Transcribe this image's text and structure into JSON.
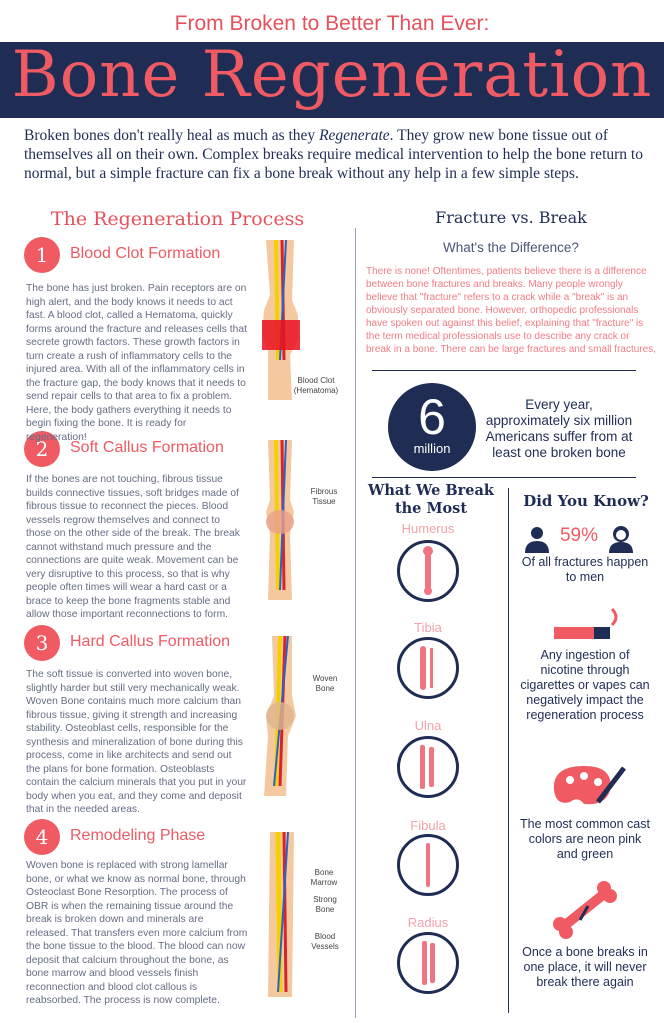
{
  "header": {
    "subtitle": "From Broken to Better Than Ever:",
    "title": "Bone Regeneration"
  },
  "intro": {
    "before": "Broken bones don't really heal as much as they ",
    "emph": "Regenerate",
    "after": ". They grow new bone tissue out of themselves all on their own. Complex breaks require medical intervention to help the bone return to normal, but a simple fracture can fix a bone break without any help in a few simple steps."
  },
  "process": {
    "title": "The Regeneration Process",
    "steps": [
      {
        "num": "1",
        "title": "Blood Clot Formation",
        "body": "The bone has just broken.  Pain receptors are on high alert, and the body knows it needs to act fast. A blood clot, called a Hematoma, quickly forms around the fracture and releases cells that secrete growth factors. These growth factors in turn create a rush of inflammatory cells to the injured area. With all of the inflammatory cells in the fracture gap, the body knows that it needs to send repair cells to that area to fix a problem. Here, the body gathers everything it needs to begin fixing the bone. It is ready for regeneration!",
        "labels": [
          "Blood Clot\n(Hematoma)"
        ]
      },
      {
        "num": "2",
        "title": "Soft Callus Formation",
        "body": "If the bones are not touching, fibrous tissue builds connective tissues, soft bridges made of fibrous tissue to reconnect the pieces. Blood vessels regrow themselves and connect to those on the other side of the break. The break cannot withstand much pressure and the connections are quite weak. Movement can be very disruptive to this process, so that is why people often times will wear a hard cast or a brace to keep the bone fragments stable and allow those important reconnections to form.",
        "labels": [
          "Fibrous\nTissue"
        ]
      },
      {
        "num": "3",
        "title": "Hard Callus Formation",
        "body": "The soft tissue is converted into woven bone, slightly harder but still very mechanically weak. Woven Bone contains much more calcium than fibrous tissue, giving it strength and increasing stability. Osteoblast cells, responsible for the synthesis and mineralization of bone during this process, come in like architects and send out the plans for bone formation. Osteoblasts contain the calcium minerals that you put in your body when you eat, and they come and deposit that in the needed areas.",
        "labels": [
          "Woven\nBone"
        ]
      },
      {
        "num": "4",
        "title": "Remodeling Phase",
        "body": "Woven bone is replaced with strong lamellar bone, or what we know as normal bone, through Osteoclast Bone Resorption. The process of OBR is when the remaining tissue around the break is broken down and minerals are released. That transfers even more calcium from the bone tissue to the blood. The blood can now deposit that calcium throughout the bone, as bone marrow and blood vessels finish reconnection and blood clot callous is reabsorbed. The process is now complete.",
        "labels": [
          "Bone\nMarrow",
          "Strong\nBone",
          "Blood\nVessels"
        ]
      }
    ]
  },
  "fracture": {
    "title": "Fracture vs. Break",
    "subtitle": "What's the Difference?",
    "body": "There is none! Oftentimes, patients believe there is a difference between bone fractures and breaks. Many people wrongly believe that \"fracture\" refers to a crack while a \"break\" is an obviously separated bone. However, orthopedic professionals have spoken out against this belief, explaining that \"fracture\" is the term medical professionals use to describe any crack or break in a bone. There can be large fractures and small fractures, and... the small fractures in..."
  },
  "stat": {
    "number": "6",
    "unit": "million",
    "text": "Every year, approximately six million Americans suffer from at least one broken bone"
  },
  "break_most": {
    "title": "What We Break the Most",
    "bones": [
      "Humerus",
      "Tibia",
      "Ulna",
      "Fibula",
      "Radius"
    ]
  },
  "did_you_know": {
    "title": "Did You Know?",
    "percent": "59%",
    "facts": [
      "Of all fractures happen to men",
      "Any ingestion of nicotine through cigarettes or vapes can negatively impact the regeneration process",
      "The most common cast colors are neon pink and green",
      "Once a bone breaks in one place, it will never break there again"
    ]
  },
  "colors": {
    "navy": "#1f2d54",
    "pink": "#ef5a63",
    "light_pink": "#f4a3aa"
  }
}
